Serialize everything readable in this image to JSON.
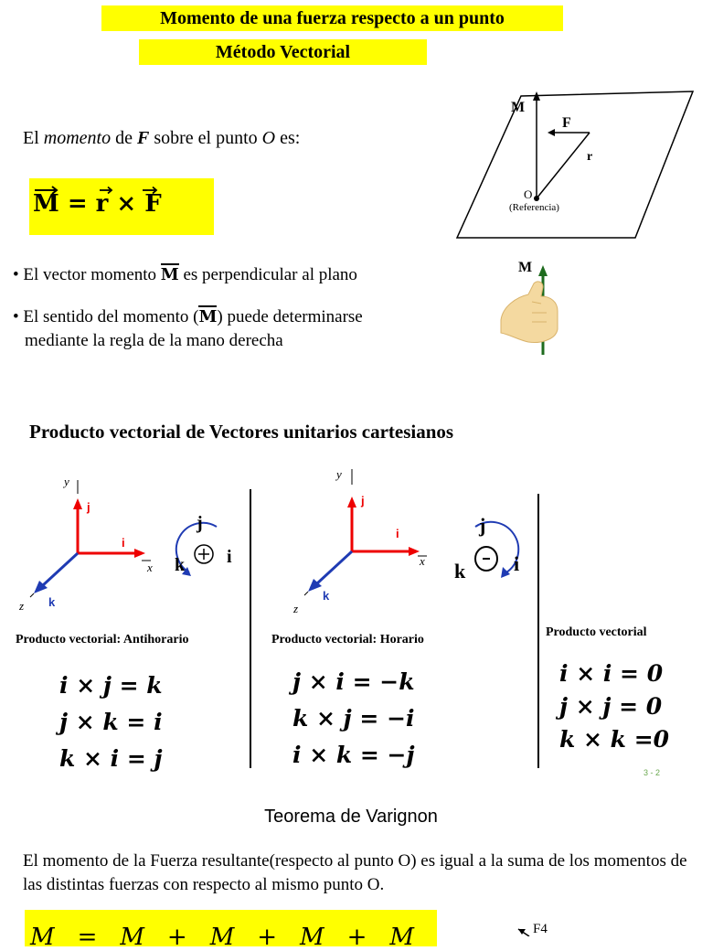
{
  "header": {
    "title": "Momento de una fuerza respecto a un punto",
    "subtitle": "Método Vectorial"
  },
  "intro": {
    "part1": "El ",
    "momento": "momento",
    "part2": " de ",
    "F": "F",
    "part3": " sobre el punto ",
    "O": "O",
    "part4": " es:"
  },
  "main_formula": "M = r × F",
  "plane_figure": {
    "label_M": "M",
    "label_F": "F",
    "label_r": "r",
    "label_O": "O",
    "label_ref": "(Referencia)"
  },
  "bullets": {
    "b1_part1": "El vector momento ",
    "b1_part2": " es perpendicular al plano",
    "b2_part1": "El sentido del momento (",
    "b2_part2": ") puede determinarse",
    "b2_line2": "mediante la regla de la mano derecha",
    "vec_M": "M"
  },
  "hand_figure": {
    "label_M": "M"
  },
  "section_title": "Producto vectorial de Vectores unitarios cartesianos",
  "axes_labels": {
    "y": "y",
    "x": "x",
    "z": "z",
    "i": "i",
    "j": "j",
    "k": "k"
  },
  "rotation_left": {
    "j": "j",
    "k": "k",
    "i": "i",
    "sign": "+"
  },
  "rotation_right": {
    "j": "j",
    "k": "k",
    "i": "i",
    "sign": "-"
  },
  "captions": {
    "anti": "Producto vectorial: Antihorario",
    "hor": "Producto vectorial: Horario",
    "plain": "Producto vectorial"
  },
  "equations_anti": [
    "i × j = k",
    "j × k = i",
    "k × i = j"
  ],
  "equations_hor": [
    "j × i = −k",
    "k × j = −i",
    "i × k = −j"
  ],
  "equations_zero": [
    "i × i = 0",
    "j × j = 0",
    "k × k =0"
  ],
  "page_number": "3 - 2",
  "varignon": {
    "title": "Teorema de Varignon",
    "text": "El momento de la Fuerza resultante(respecto al punto O) es igual a la suma de los momentos de las distintas fuerzas con respecto al mismo punto O.",
    "f4_label": "F4",
    "bottom_eq": "M = M + M + M + M"
  }
}
